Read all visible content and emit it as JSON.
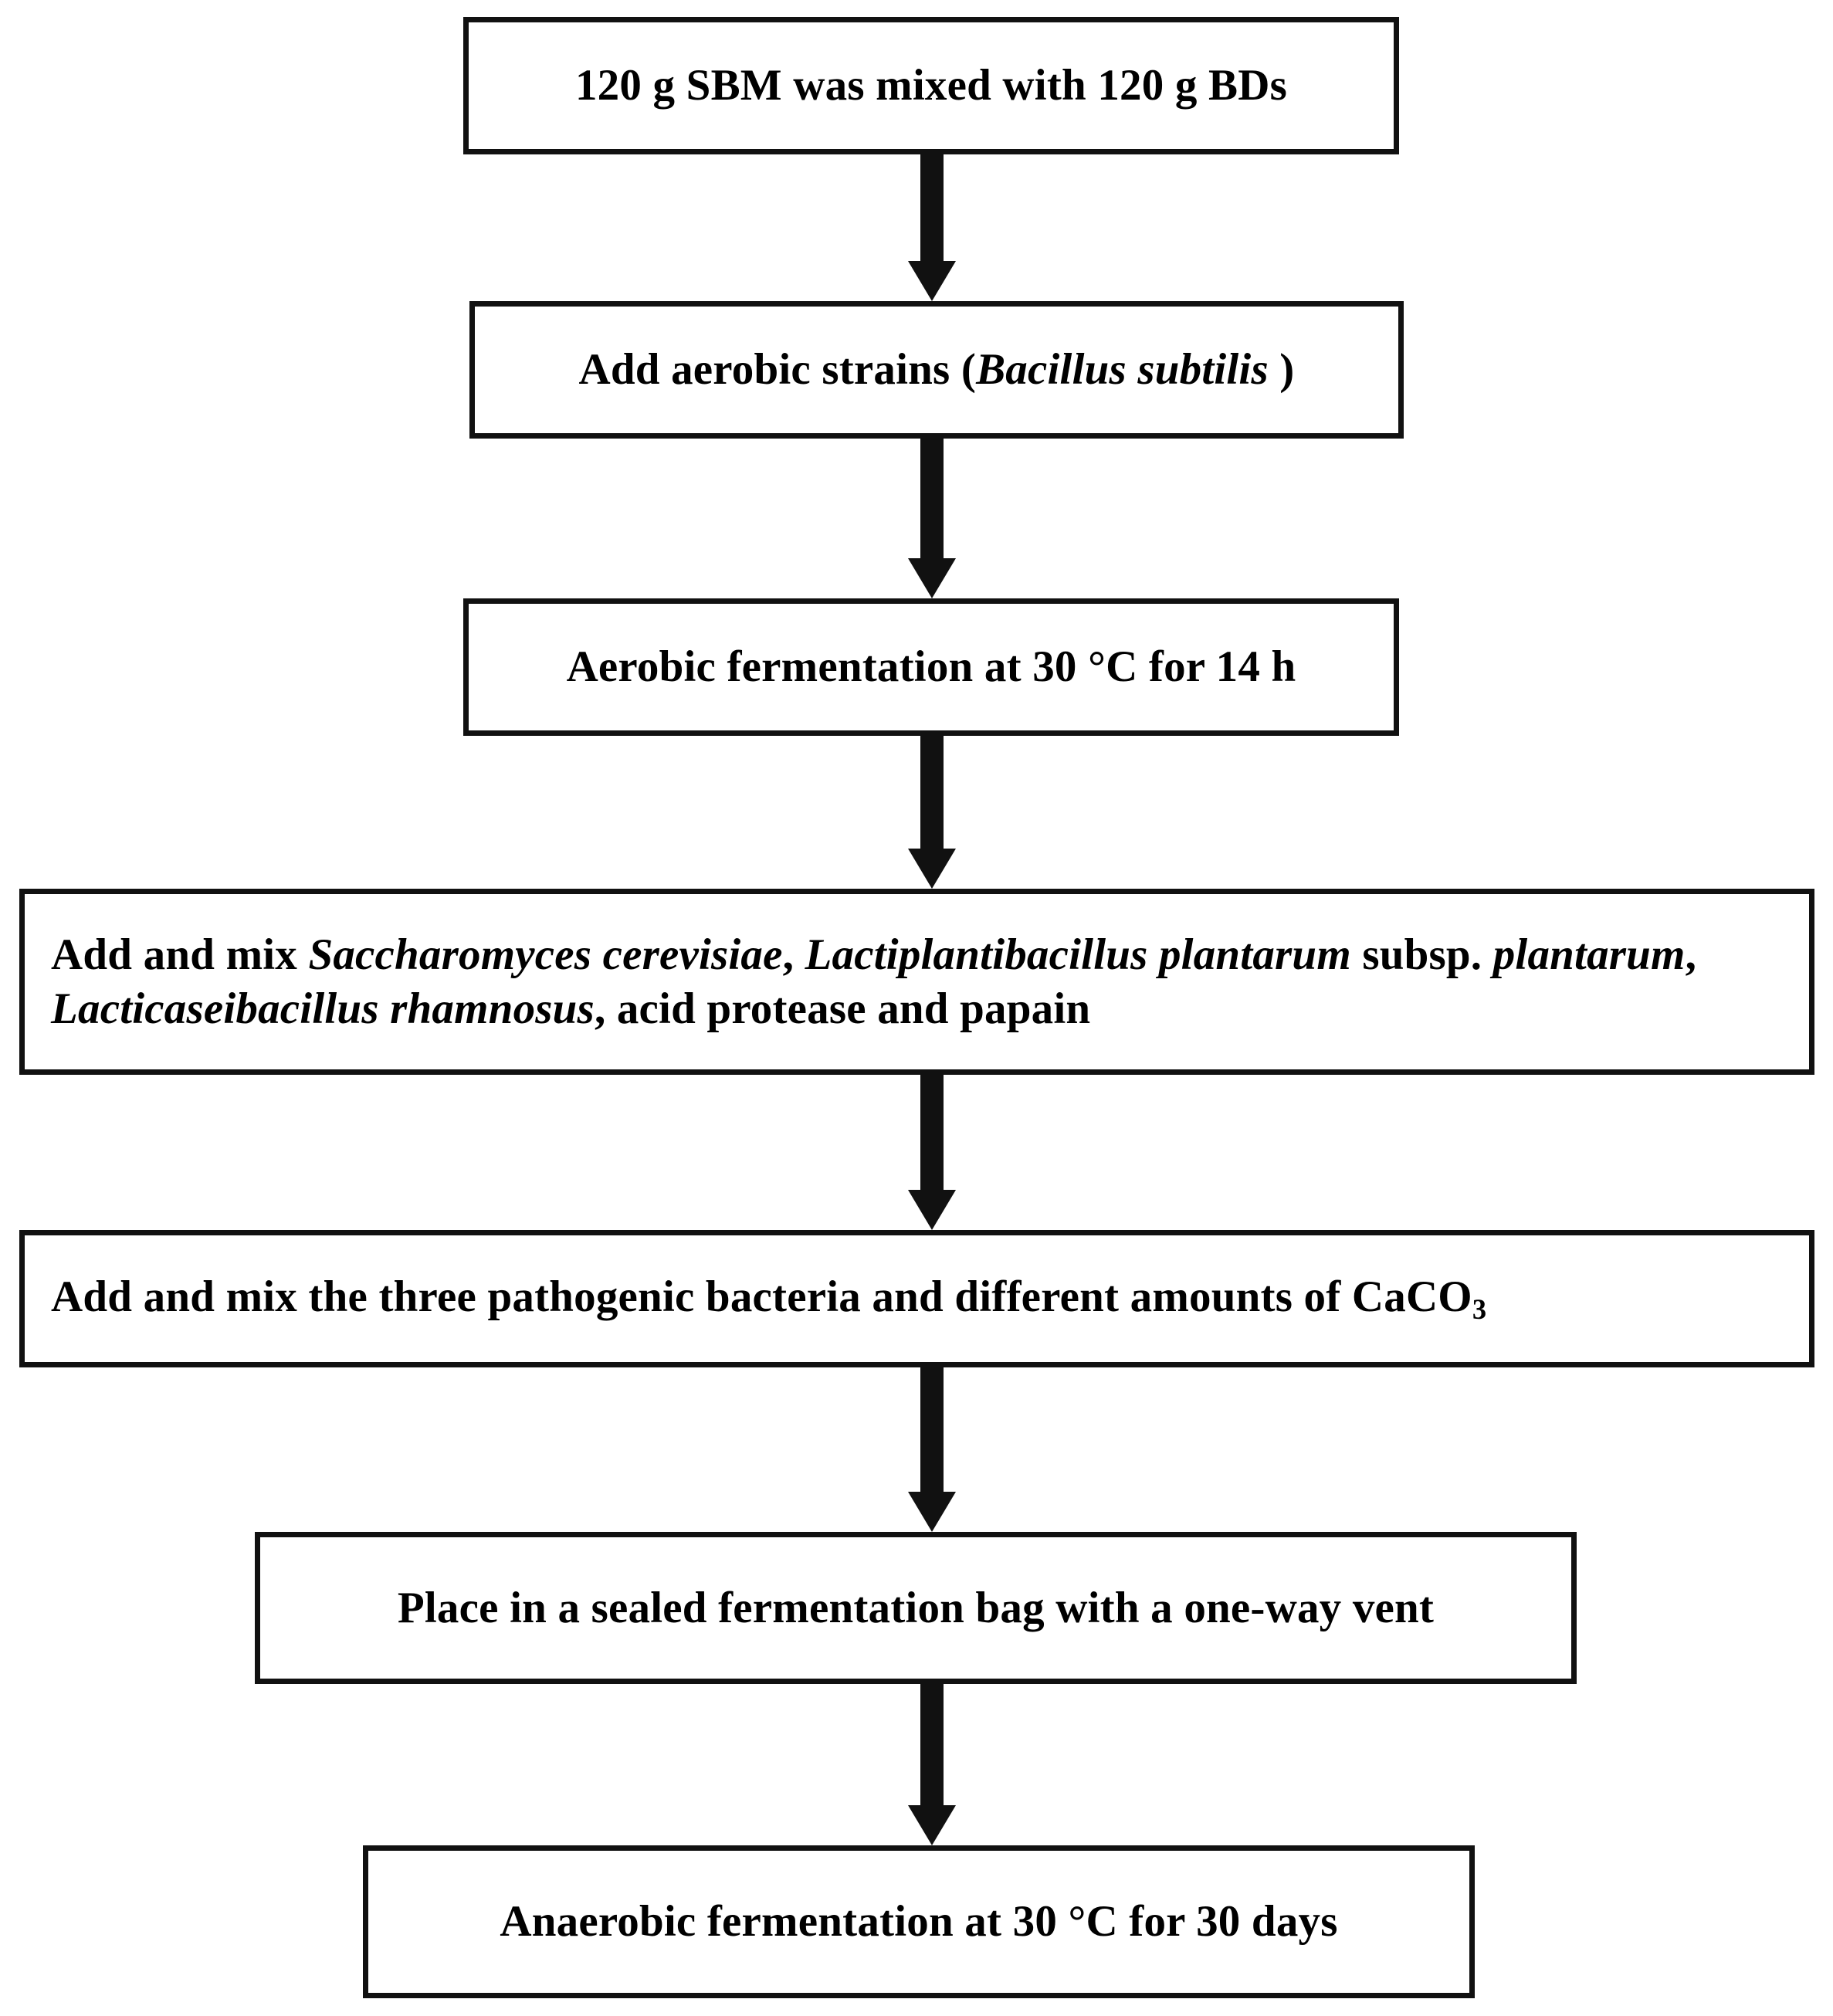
{
  "diagram": {
    "title": "Soybean meal fermentation process flowchart",
    "type": "flowchart",
    "orientation": "top-to-bottom",
    "stroke_color": "#111111",
    "fill_color": "#ffffff",
    "text_color": "#000000",
    "nodes": [
      {
        "id": "step-1",
        "order": 1,
        "text": "120 g SBM was mixed with 120 g BDs",
        "align": "center"
      },
      {
        "id": "step-2",
        "order": 2,
        "text_parts": [
          {
            "text": "Add  aerobic strains (",
            "style": "normal"
          },
          {
            "text": "Bacillus subtilis",
            "style": "italic"
          },
          {
            "text": " )",
            "style": "normal"
          }
        ],
        "align": "center"
      },
      {
        "id": "step-3",
        "order": 3,
        "text": "Aerobic fermentation at 30 °C for 14 h",
        "align": "center"
      },
      {
        "id": "step-4",
        "order": 4,
        "text_parts": [
          {
            "text": "Add  and mix ",
            "style": "normal"
          },
          {
            "text": "Saccharomyces cerevisiae",
            "style": "italic"
          },
          {
            "text": ", ",
            "style": "normal"
          },
          {
            "text": "Lactiplantibacillus plantarum",
            "style": "italic"
          },
          {
            "text": " subsp. ",
            "style": "normal"
          },
          {
            "text": "plantarum",
            "style": "italic"
          },
          {
            "text": ", ",
            "style": "normal"
          },
          {
            "text": "Lacticaseibacillus rhamnosus",
            "style": "italic"
          },
          {
            "text": ", acid protease and papain",
            "style": "normal"
          }
        ],
        "align": "left"
      },
      {
        "id": "step-5",
        "order": 5,
        "text_parts": [
          {
            "text": "Add  and mix the three pathogenic bacteria and different amounts of CaCO",
            "style": "normal"
          },
          {
            "text": "3",
            "style": "subscript"
          }
        ],
        "align": "left"
      },
      {
        "id": "step-6",
        "order": 6,
        "text": "Place in a sealed fermentation bag with a one-way vent",
        "align": "center"
      },
      {
        "id": "step-7",
        "order": 7,
        "text": "Anaerobic fermentation at 30 °C for 30 days",
        "align": "center"
      }
    ],
    "connectors": [
      {
        "id": "arrow-1-2",
        "from": "step-1",
        "to": "step-2",
        "glyph": "down-arrow"
      },
      {
        "id": "arrow-2-3",
        "from": "step-2",
        "to": "step-3",
        "glyph": "down-arrow"
      },
      {
        "id": "arrow-3-4",
        "from": "step-3",
        "to": "step-4",
        "glyph": "down-arrow"
      },
      {
        "id": "arrow-4-5",
        "from": "step-4",
        "to": "step-5",
        "glyph": "down-arrow"
      },
      {
        "id": "arrow-5-6",
        "from": "step-5",
        "to": "step-6",
        "glyph": "down-arrow"
      },
      {
        "id": "arrow-6-7",
        "from": "step-6",
        "to": "step-7",
        "glyph": "down-arrow"
      }
    ]
  }
}
